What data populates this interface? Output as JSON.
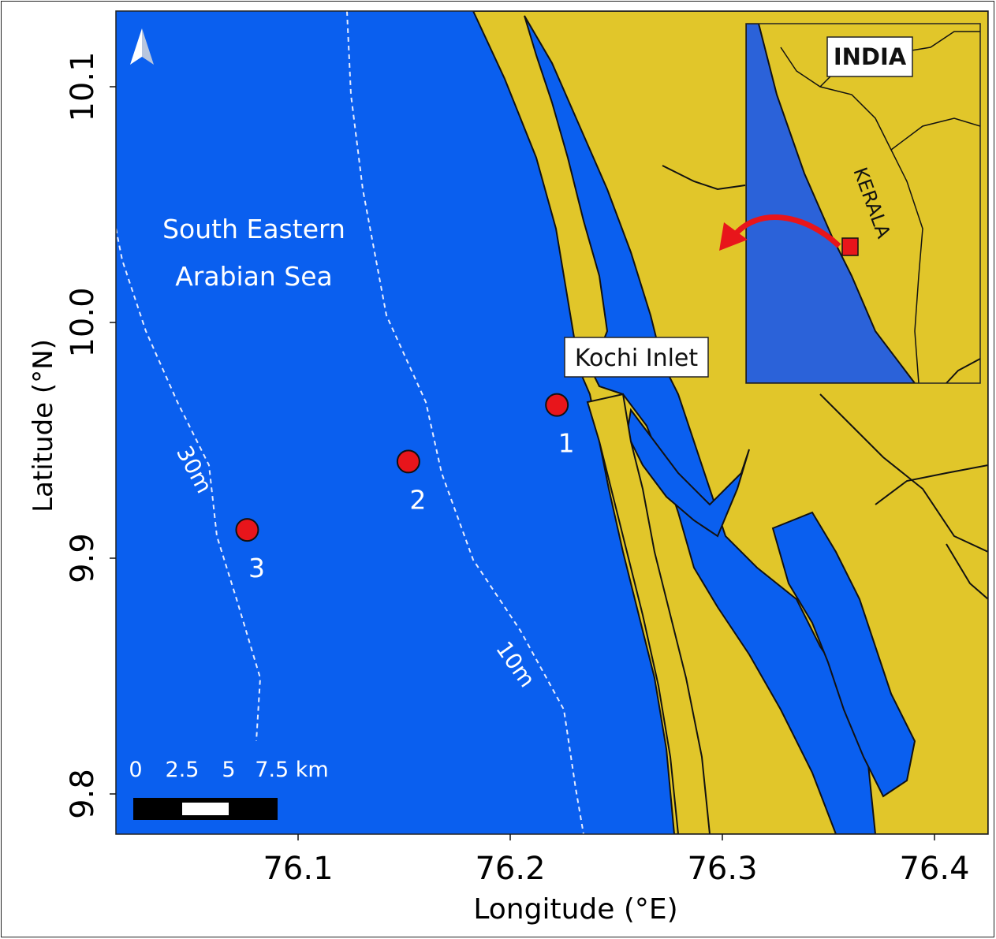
{
  "map": {
    "sea_label_line1": "South Eastern",
    "sea_label_line2": "Arabian Sea",
    "inlet_label": "Kochi Inlet",
    "contour_labels": [
      "30m",
      "10m"
    ],
    "stations": [
      {
        "id": "1",
        "lon": 76.222,
        "lat": 9.965
      },
      {
        "id": "2",
        "lon": 76.152,
        "lat": 9.941
      },
      {
        "id": "3",
        "lon": 76.076,
        "lat": 9.912
      }
    ],
    "scale_bar": {
      "ticks": [
        "0",
        "2.5",
        "5",
        "7.5 km"
      ]
    },
    "colors": {
      "sea": "#0a5fef",
      "land": "#e1c62a",
      "station": "#e8151b",
      "arrow": "#e8151b",
      "inset_sea": "#2b62d9"
    }
  },
  "axes": {
    "xlabel": "Longitude (°E)",
    "ylabel": "Latitude (°N)",
    "xticks": [
      "76.1",
      "76.2",
      "76.3",
      "76.4"
    ],
    "yticks": [
      "10.1",
      "10.0",
      "9.9",
      "9.8"
    ]
  },
  "inset": {
    "country_label": "INDIA",
    "state_label": "KERALA"
  },
  "icons": {
    "north_arrow": "north-arrow-icon"
  }
}
